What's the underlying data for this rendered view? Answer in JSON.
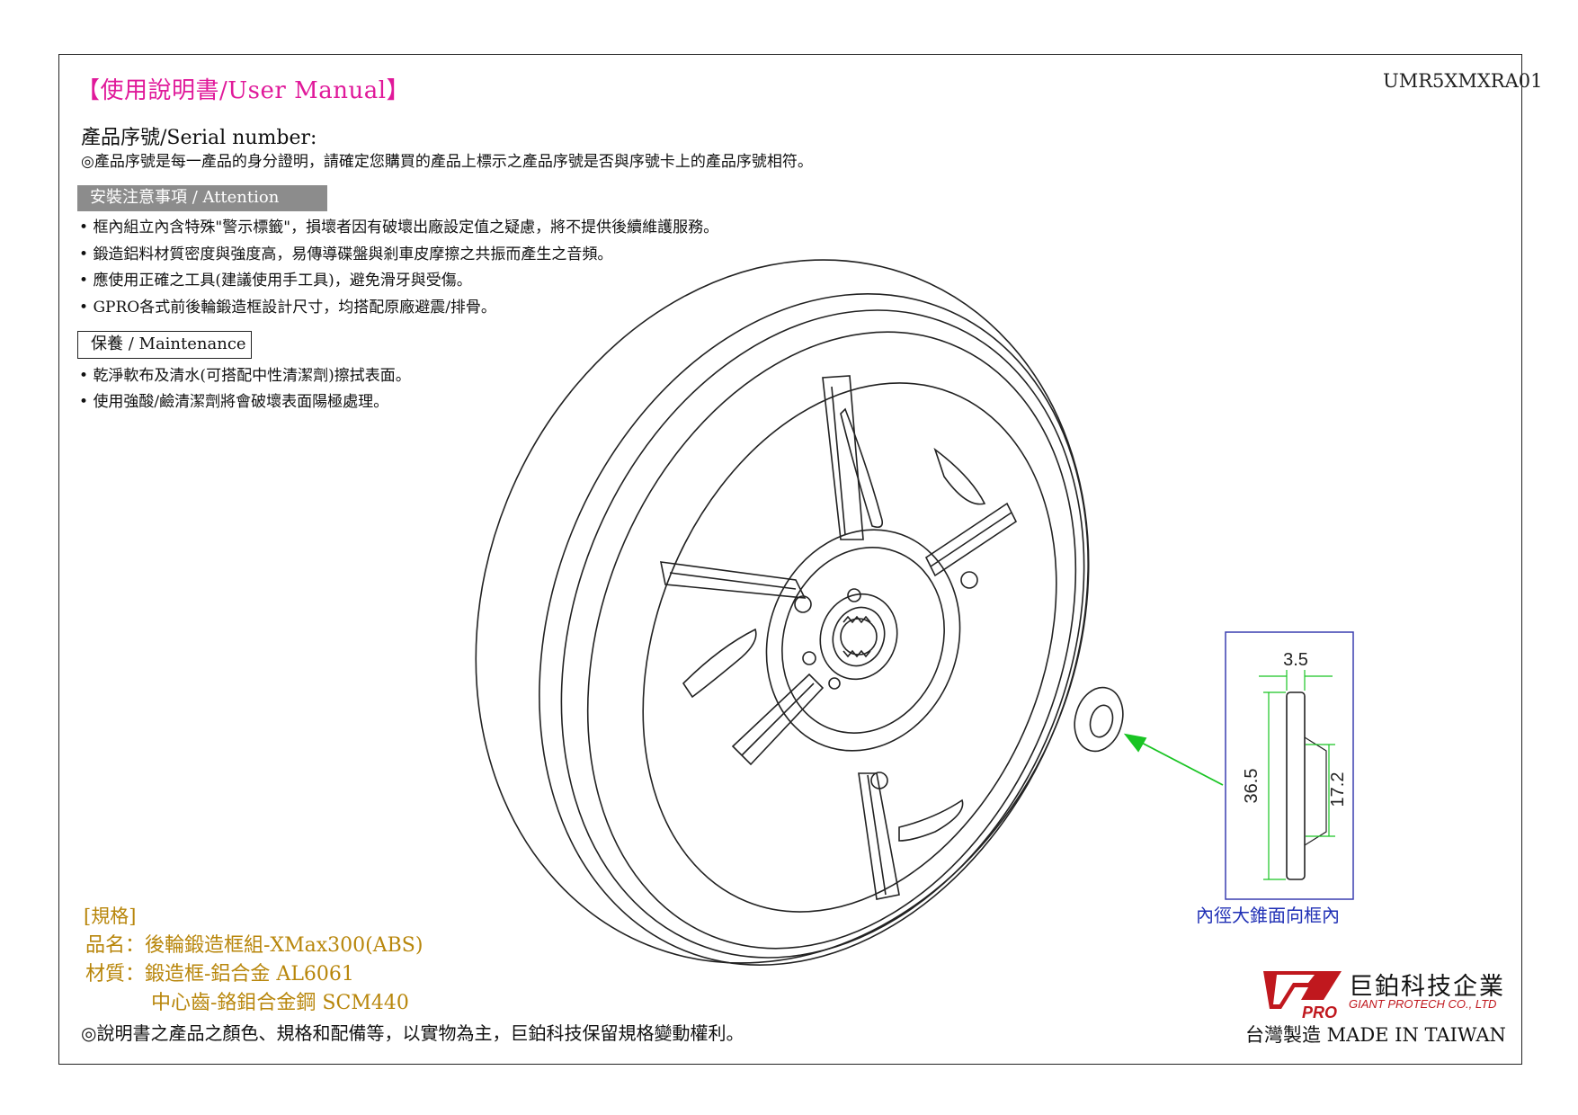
{
  "header": {
    "title": "【使用說明書/User Manual】",
    "doc_code": "UMR5XMXRA01"
  },
  "serial": {
    "heading": "產品序號/Serial number:",
    "note": "◎產品序號是每一產品的身分證明，請確定您購買的產品上標示之產品序號是否與序號卡上的產品序號相符。"
  },
  "attention": {
    "heading": "安裝注意事項 / Attention",
    "items": [
      "框內組立內含特殊\"警示標籤\"，損壞者因有破壞出廠設定值之疑慮，將不提供後續維護服務。",
      "鍛造鋁料材質密度與強度高，易傳導碟盤與剎車皮摩擦之共振而產生之音頻。",
      "應使用正確之工具(建議使用手工具)，避免滑牙與受傷。",
      "GPRO各式前後輪鍛造框設計尺寸，均搭配原廠避震/排骨。"
    ]
  },
  "maintenance": {
    "heading": "保養 / Maintenance",
    "items": [
      "乾淨軟布及清水(可搭配中性清潔劑)擦拭表面。",
      "使用強酸/鹼清潔劑將會破壞表面陽極處理。"
    ]
  },
  "specs": {
    "heading": "[規格]",
    "product_name": "品名：後輪鍛造框組-XMax300(ABS)",
    "material_1": "材質：鍛造框-鋁合金 AL6061",
    "material_2": "中心齒-鉻鉬合金鋼 SCM440"
  },
  "disclaimer": "◎說明書之產品之顏色、規格和配備等，以實物為主，巨鉑科技保留規格變動權利。",
  "callout": {
    "caption": "內徑大錐面向框內",
    "dim_width": "3.5",
    "dim_height": "36.5",
    "dim_inner": "17.2"
  },
  "company": {
    "name_zh": "巨鉑科技企業",
    "name_en": "GIANT PROTECH CO., LTD",
    "made_in": "台灣製造 MADE IN TAIWAN",
    "logo_text": "PRO"
  },
  "colors": {
    "title": "#e0199a",
    "specs": "#b8860b",
    "callout": "#1f2fb5",
    "arrow": "#19c423",
    "logo_red": "#c0181e"
  }
}
